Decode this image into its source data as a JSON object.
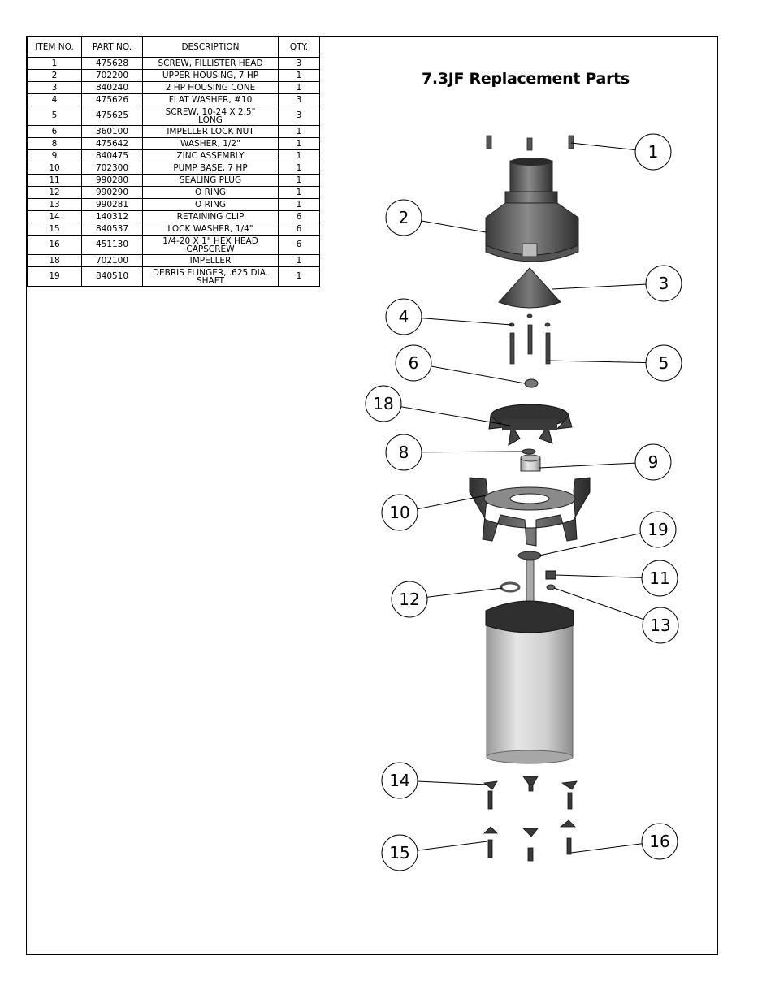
{
  "title": "7.3JF Replacement Parts",
  "table": {
    "headers": [
      "ITEM NO.",
      "PART NO.",
      "DESCRIPTION",
      "QTY."
    ],
    "rows": [
      {
        "item": "1",
        "part": "475628",
        "desc": [
          "SCREW, FILLISTER HEAD"
        ],
        "qty": "3"
      },
      {
        "item": "2",
        "part": "702200",
        "desc": [
          "UPPER HOUSING, 7 HP"
        ],
        "qty": "1"
      },
      {
        "item": "3",
        "part": "840240",
        "desc": [
          "2 HP HOUSING CONE"
        ],
        "qty": "1"
      },
      {
        "item": "4",
        "part": "475626",
        "desc": [
          "FLAT WASHER, #10"
        ],
        "qty": "3"
      },
      {
        "item": "5",
        "part": "475625",
        "desc": [
          "SCREW, 10-24 X 2.5\"",
          "LONG"
        ],
        "qty": "3"
      },
      {
        "item": "6",
        "part": "360100",
        "desc": [
          "IMPELLER LOCK NUT"
        ],
        "qty": "1"
      },
      {
        "item": "8",
        "part": "475642",
        "desc": [
          "WASHER, 1/2\""
        ],
        "qty": "1"
      },
      {
        "item": "9",
        "part": "840475",
        "desc": [
          "ZINC ASSEMBLY"
        ],
        "qty": "1"
      },
      {
        "item": "10",
        "part": "702300",
        "desc": [
          "PUMP BASE, 7 HP"
        ],
        "qty": "1"
      },
      {
        "item": "11",
        "part": "990280",
        "desc": [
          "SEALING PLUG"
        ],
        "qty": "1"
      },
      {
        "item": "12",
        "part": "990290",
        "desc": [
          "O RING"
        ],
        "qty": "1"
      },
      {
        "item": "13",
        "part": "990281",
        "desc": [
          "O RING"
        ],
        "qty": "1"
      },
      {
        "item": "14",
        "part": "140312",
        "desc": [
          "RETAINING CLIP"
        ],
        "qty": "6"
      },
      {
        "item": "15",
        "part": "840537",
        "desc": [
          "LOCK WASHER, 1/4\""
        ],
        "qty": "6"
      },
      {
        "item": "16",
        "part": "451130",
        "desc": [
          "1/4-20 X 1\" HEX HEAD",
          "CAPSCREW"
        ],
        "qty": "6"
      },
      {
        "item": "18",
        "part": "702100",
        "desc": [
          "IMPELLER"
        ],
        "qty": "1"
      },
      {
        "item": "19",
        "part": "840510",
        "desc": [
          "DEBRIS FLINGER, .625 DIA.",
          "SHAFT"
        ],
        "qty": "1"
      }
    ]
  },
  "callouts": [
    "1",
    "2",
    "3",
    "4",
    "5",
    "6",
    "18",
    "8",
    "9",
    "10",
    "19",
    "11",
    "12",
    "13",
    "14",
    "15",
    "16"
  ],
  "colors": {
    "line": "#000000",
    "part_dark": "#4a4a4a",
    "part_mid": "#7d7d7d",
    "motor": "#c9c9c9"
  }
}
